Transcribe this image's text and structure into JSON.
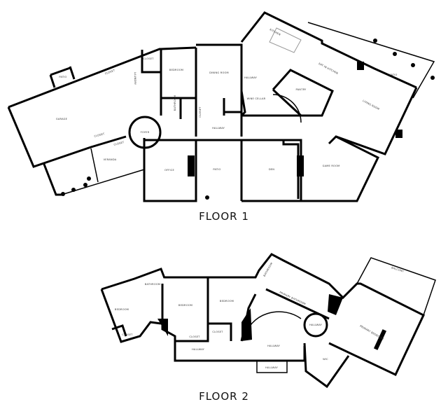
{
  "floor1": {
    "title": "FLOOR 1",
    "rooms": [
      "PATIO",
      "CLOSET",
      "CLOSET",
      "BEDROOM",
      "DINING ROOM",
      "GARAGE",
      "FOYER",
      "HALLWAY",
      "CLOSET",
      "CLOSET",
      "VERANDA",
      "OFFICE",
      "PATIO",
      "DEN",
      "GAME ROOM",
      "KITCHEN",
      "EAT IN KITCHEN",
      "PATIO",
      "PANTRY",
      "LIVING ROOM",
      "WINE CELLAR",
      "HALLWAY",
      "LAUNDRY",
      "BATHROOM",
      "CLOSET"
    ]
  },
  "floor2": {
    "title": "FLOOR 2",
    "rooms": [
      "BEDROOM",
      "BATHROOM",
      "BEDROOM",
      "BEDROOM",
      "CLOSET",
      "CLOSET",
      "CLOSET",
      "HALLWAY",
      "HALLWAY",
      "HALLWAY",
      "PRIMARY BATHROOM",
      "BATHROOM",
      "HALLWAY",
      "PRIMARY BEDROOM",
      "BALCONY",
      "WIC"
    ]
  }
}
